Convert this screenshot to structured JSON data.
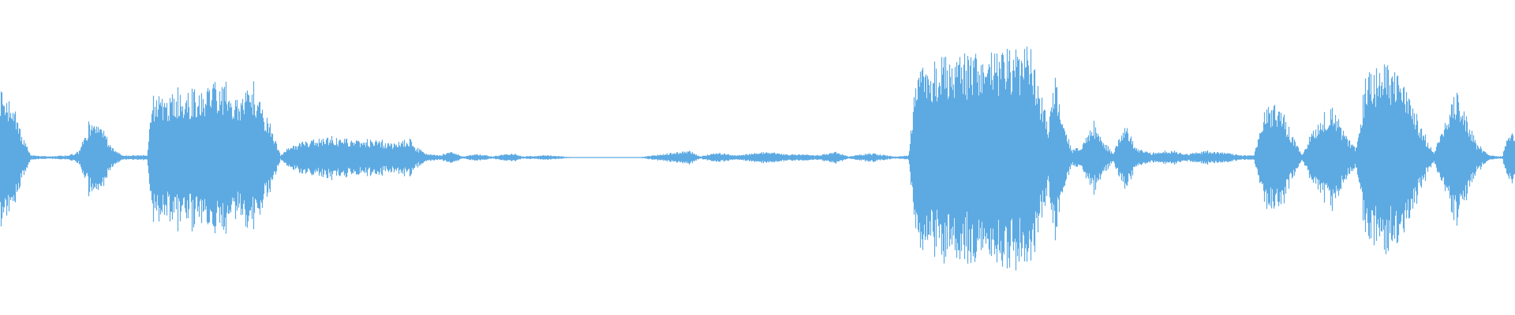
{
  "waveform": {
    "color": "#5DAAE3",
    "background": "#FFFFFF",
    "baseline": "center",
    "amplitude_profile": [
      [
        0.0,
        0.62
      ],
      [
        0.004,
        0.52
      ],
      [
        0.01,
        0.4
      ],
      [
        0.014,
        0.2
      ],
      [
        0.02,
        0.02
      ],
      [
        0.032,
        0.01
      ],
      [
        0.045,
        0.02
      ],
      [
        0.052,
        0.05
      ],
      [
        0.058,
        0.28
      ],
      [
        0.066,
        0.32
      ],
      [
        0.072,
        0.12
      ],
      [
        0.08,
        0.02
      ],
      [
        0.097,
        0.02
      ],
      [
        0.1,
        0.55
      ],
      [
        0.108,
        0.5
      ],
      [
        0.115,
        0.55
      ],
      [
        0.125,
        0.58
      ],
      [
        0.135,
        0.6
      ],
      [
        0.146,
        0.68
      ],
      [
        0.15,
        0.55
      ],
      [
        0.158,
        0.5
      ],
      [
        0.168,
        0.64
      ],
      [
        0.172,
        0.48
      ],
      [
        0.178,
        0.3
      ],
      [
        0.185,
        0.02
      ],
      [
        0.19,
        0.08
      ],
      [
        0.2,
        0.14
      ],
      [
        0.215,
        0.17
      ],
      [
        0.23,
        0.16
      ],
      [
        0.245,
        0.15
      ],
      [
        0.26,
        0.12
      ],
      [
        0.27,
        0.17
      ],
      [
        0.275,
        0.08
      ],
      [
        0.282,
        0.03
      ],
      [
        0.29,
        0.02
      ],
      [
        0.298,
        0.05
      ],
      [
        0.305,
        0.01
      ],
      [
        0.315,
        0.03
      ],
      [
        0.325,
        0.01
      ],
      [
        0.338,
        0.04
      ],
      [
        0.345,
        0.01
      ],
      [
        0.362,
        0.02
      ],
      [
        0.38,
        0.0
      ],
      [
        0.42,
        0.0
      ],
      [
        0.455,
        0.06
      ],
      [
        0.462,
        0.01
      ],
      [
        0.472,
        0.04
      ],
      [
        0.488,
        0.02
      ],
      [
        0.505,
        0.05
      ],
      [
        0.52,
        0.03
      ],
      [
        0.54,
        0.02
      ],
      [
        0.552,
        0.05
      ],
      [
        0.56,
        0.01
      ],
      [
        0.575,
        0.04
      ],
      [
        0.59,
        0.01
      ],
      [
        0.6,
        0.02
      ],
      [
        0.604,
        0.6
      ],
      [
        0.61,
        0.82
      ],
      [
        0.62,
        0.85
      ],
      [
        0.635,
        0.88
      ],
      [
        0.65,
        0.9
      ],
      [
        0.665,
        0.92
      ],
      [
        0.68,
        0.95
      ],
      [
        0.686,
        0.6
      ],
      [
        0.692,
        0.3
      ],
      [
        0.697,
        0.72
      ],
      [
        0.702,
        0.3
      ],
      [
        0.708,
        0.06
      ],
      [
        0.715,
        0.12
      ],
      [
        0.722,
        0.3
      ],
      [
        0.728,
        0.14
      ],
      [
        0.735,
        0.04
      ],
      [
        0.743,
        0.3
      ],
      [
        0.75,
        0.08
      ],
      [
        0.76,
        0.04
      ],
      [
        0.775,
        0.06
      ],
      [
        0.785,
        0.03
      ],
      [
        0.795,
        0.06
      ],
      [
        0.81,
        0.04
      ],
      [
        0.82,
        0.02
      ],
      [
        0.828,
        0.02
      ],
      [
        0.835,
        0.42
      ],
      [
        0.845,
        0.48
      ],
      [
        0.852,
        0.22
      ],
      [
        0.86,
        0.02
      ],
      [
        0.868,
        0.28
      ],
      [
        0.88,
        0.44
      ],
      [
        0.888,
        0.2
      ],
      [
        0.895,
        0.08
      ],
      [
        0.902,
        0.72
      ],
      [
        0.912,
        0.8
      ],
      [
        0.922,
        0.76
      ],
      [
        0.932,
        0.5
      ],
      [
        0.94,
        0.2
      ],
      [
        0.947,
        0.04
      ],
      [
        0.953,
        0.3
      ],
      [
        0.962,
        0.58
      ],
      [
        0.968,
        0.38
      ],
      [
        0.975,
        0.12
      ],
      [
        0.983,
        0.02
      ],
      [
        0.992,
        0.01
      ],
      [
        0.996,
        0.26
      ],
      [
        1.0,
        0.2
      ]
    ]
  }
}
